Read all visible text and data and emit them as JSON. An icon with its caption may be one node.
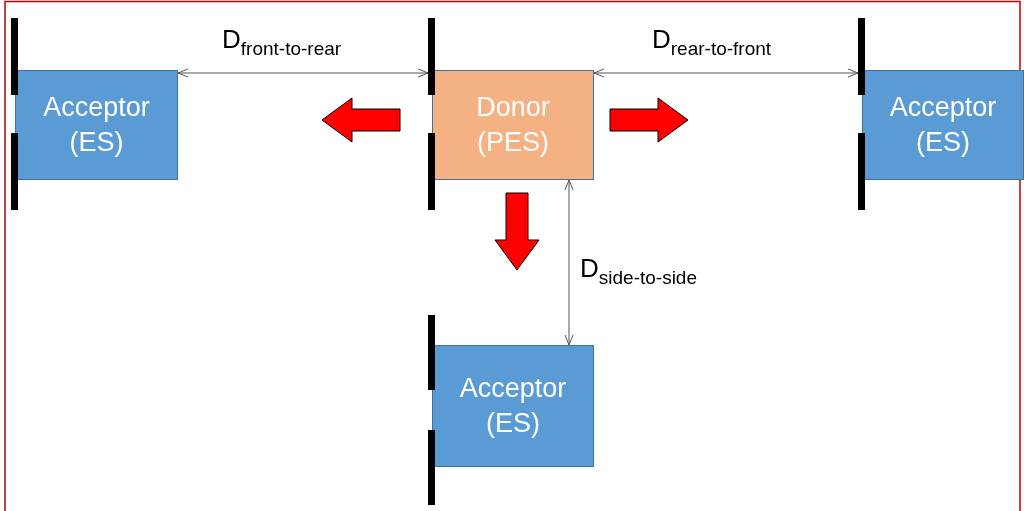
{
  "diagram": {
    "nodes": [
      {
        "text": [
          "Acceptor (ES)"
        ]
      },
      {
        "text": [
          "Donor (PES)"
        ]
      },
      {
        "text": [
          "Acceptor (ES)"
        ]
      },
      {
        "text": [
          "Acceptor (ES)"
        ]
      }
    ],
    "edges": [
      {
        "from": 0,
        "to": 1,
        "arrow": "both",
        "label": "D$_{front-to-rear}$"
      },
      {
        "from": 1,
        "to": 2,
        "arrow": "both",
        "label": "D$_{rear-to-front}$"
      },
      {
        "from": 1,
        "to": 3,
        "arrow": "both",
        "label": "D$_{side-to-side}$"
      }
    ]
  }
}
